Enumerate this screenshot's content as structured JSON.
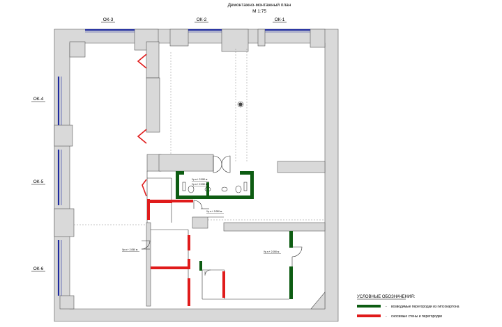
{
  "header": {
    "title": "Демонтажно-монтажный план",
    "scale": "М 1:75"
  },
  "windows": {
    "ok1": "ОК-1",
    "ok2": "ОК-2",
    "ok3": "ОК-3",
    "ok4": "ОК-4",
    "ok5": "ОК-5",
    "ok6": "ОК-6"
  },
  "level_marks": {
    "m1": "Ур.н.+ 2.050 м",
    "m2": "Ур.н.+ 2.050 м",
    "m3": "Ур.н.+ 2.050 м",
    "m4": "Ур.н.+ 2.050 м",
    "m5": "Ур.н.+ 2.050 м"
  },
  "legend": {
    "title": "УСЛОВНЫЕ ОБОЗНАЧЕНИЯ:",
    "green_label": "возводимые перегородки из гипсокартона",
    "red_label": "сносимые стены и перегородки",
    "dash": "-"
  },
  "colors": {
    "wall": "#d9d9d9",
    "new_partition": "#0d5c12",
    "demolished": "#e01b1b",
    "window": "#1d2a9e",
    "line": "#222222"
  }
}
